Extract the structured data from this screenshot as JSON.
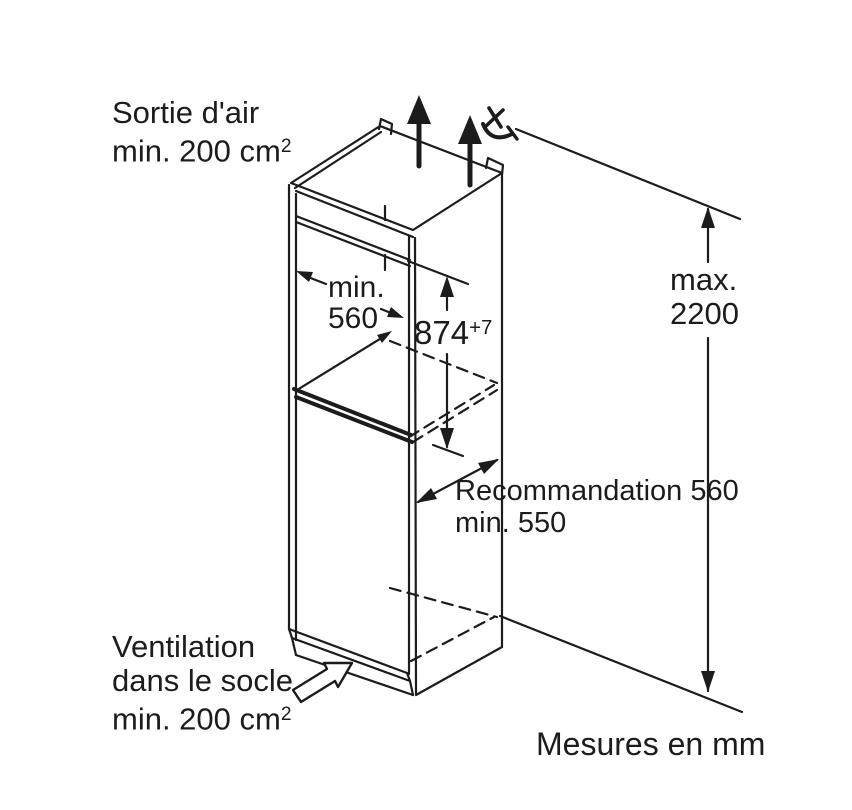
{
  "labels": {
    "air_outlet_top": {
      "line1": "Sortie d'air",
      "line2": "min. 200 cm",
      "sup": "2"
    },
    "niche_width": {
      "line1": "min.",
      "line2": "560"
    },
    "niche_height": {
      "value": "874",
      "sup": "+7"
    },
    "overall_height": {
      "line1": "max.",
      "line2": "2200"
    },
    "depth": {
      "line1": "Recommandation 560",
      "line2": "min. 550"
    },
    "base_ventilation": {
      "line1": "Ventilation",
      "line2": "dans le socle",
      "line3": "min. 200 cm",
      "sup": "2"
    },
    "units_note": "Mesures en mm"
  },
  "colors": {
    "line": "#1c1c1c",
    "background": "#ffffff"
  }
}
